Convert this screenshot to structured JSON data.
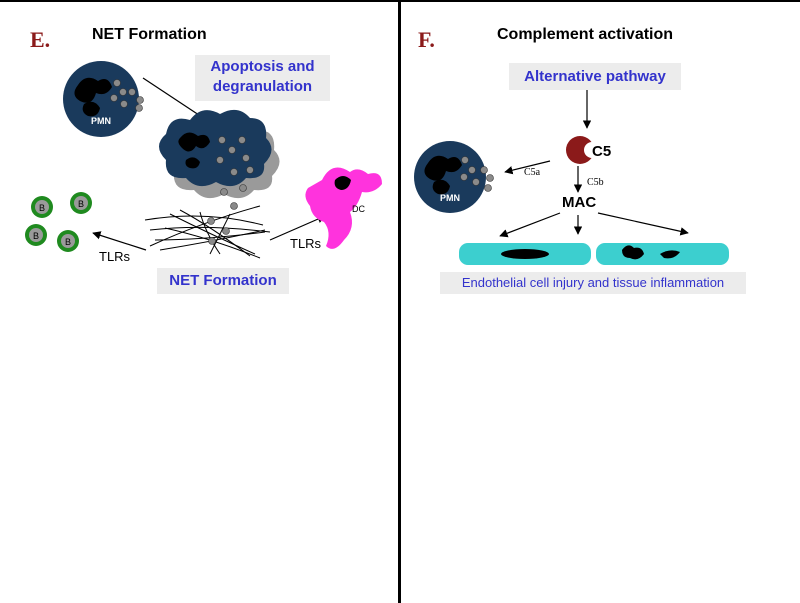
{
  "panel_e": {
    "letter": "E.",
    "title": "NET Formation",
    "apoptosis_label": "Apoptosis and degranulation",
    "net_label": "NET Formation",
    "tlrs_left": "TLRs",
    "tlrs_right": "TLRs",
    "pmn_label": "PMN",
    "dc_label": "DC",
    "b_label": "B"
  },
  "panel_f": {
    "letter": "F.",
    "title": "Complement activation",
    "pathway_label": "Alternative pathway",
    "c5_label": "C5",
    "c5a_label": "C5a",
    "c5b_label": "C5b",
    "mac_label": "MAC",
    "pmn_label": "PMN",
    "caption": "Endothelial cell injury and tissue inflammation"
  },
  "colors": {
    "pmn": "#1a3a5c",
    "granule": "#9a9a9a",
    "bcell": "#1f8a1f",
    "dc": "#ff33dd",
    "c5": "#8b1a1a",
    "endothelium": "#3ccfcf",
    "label_blue": "#3333cc",
    "letter_red": "#8b1a1a"
  }
}
